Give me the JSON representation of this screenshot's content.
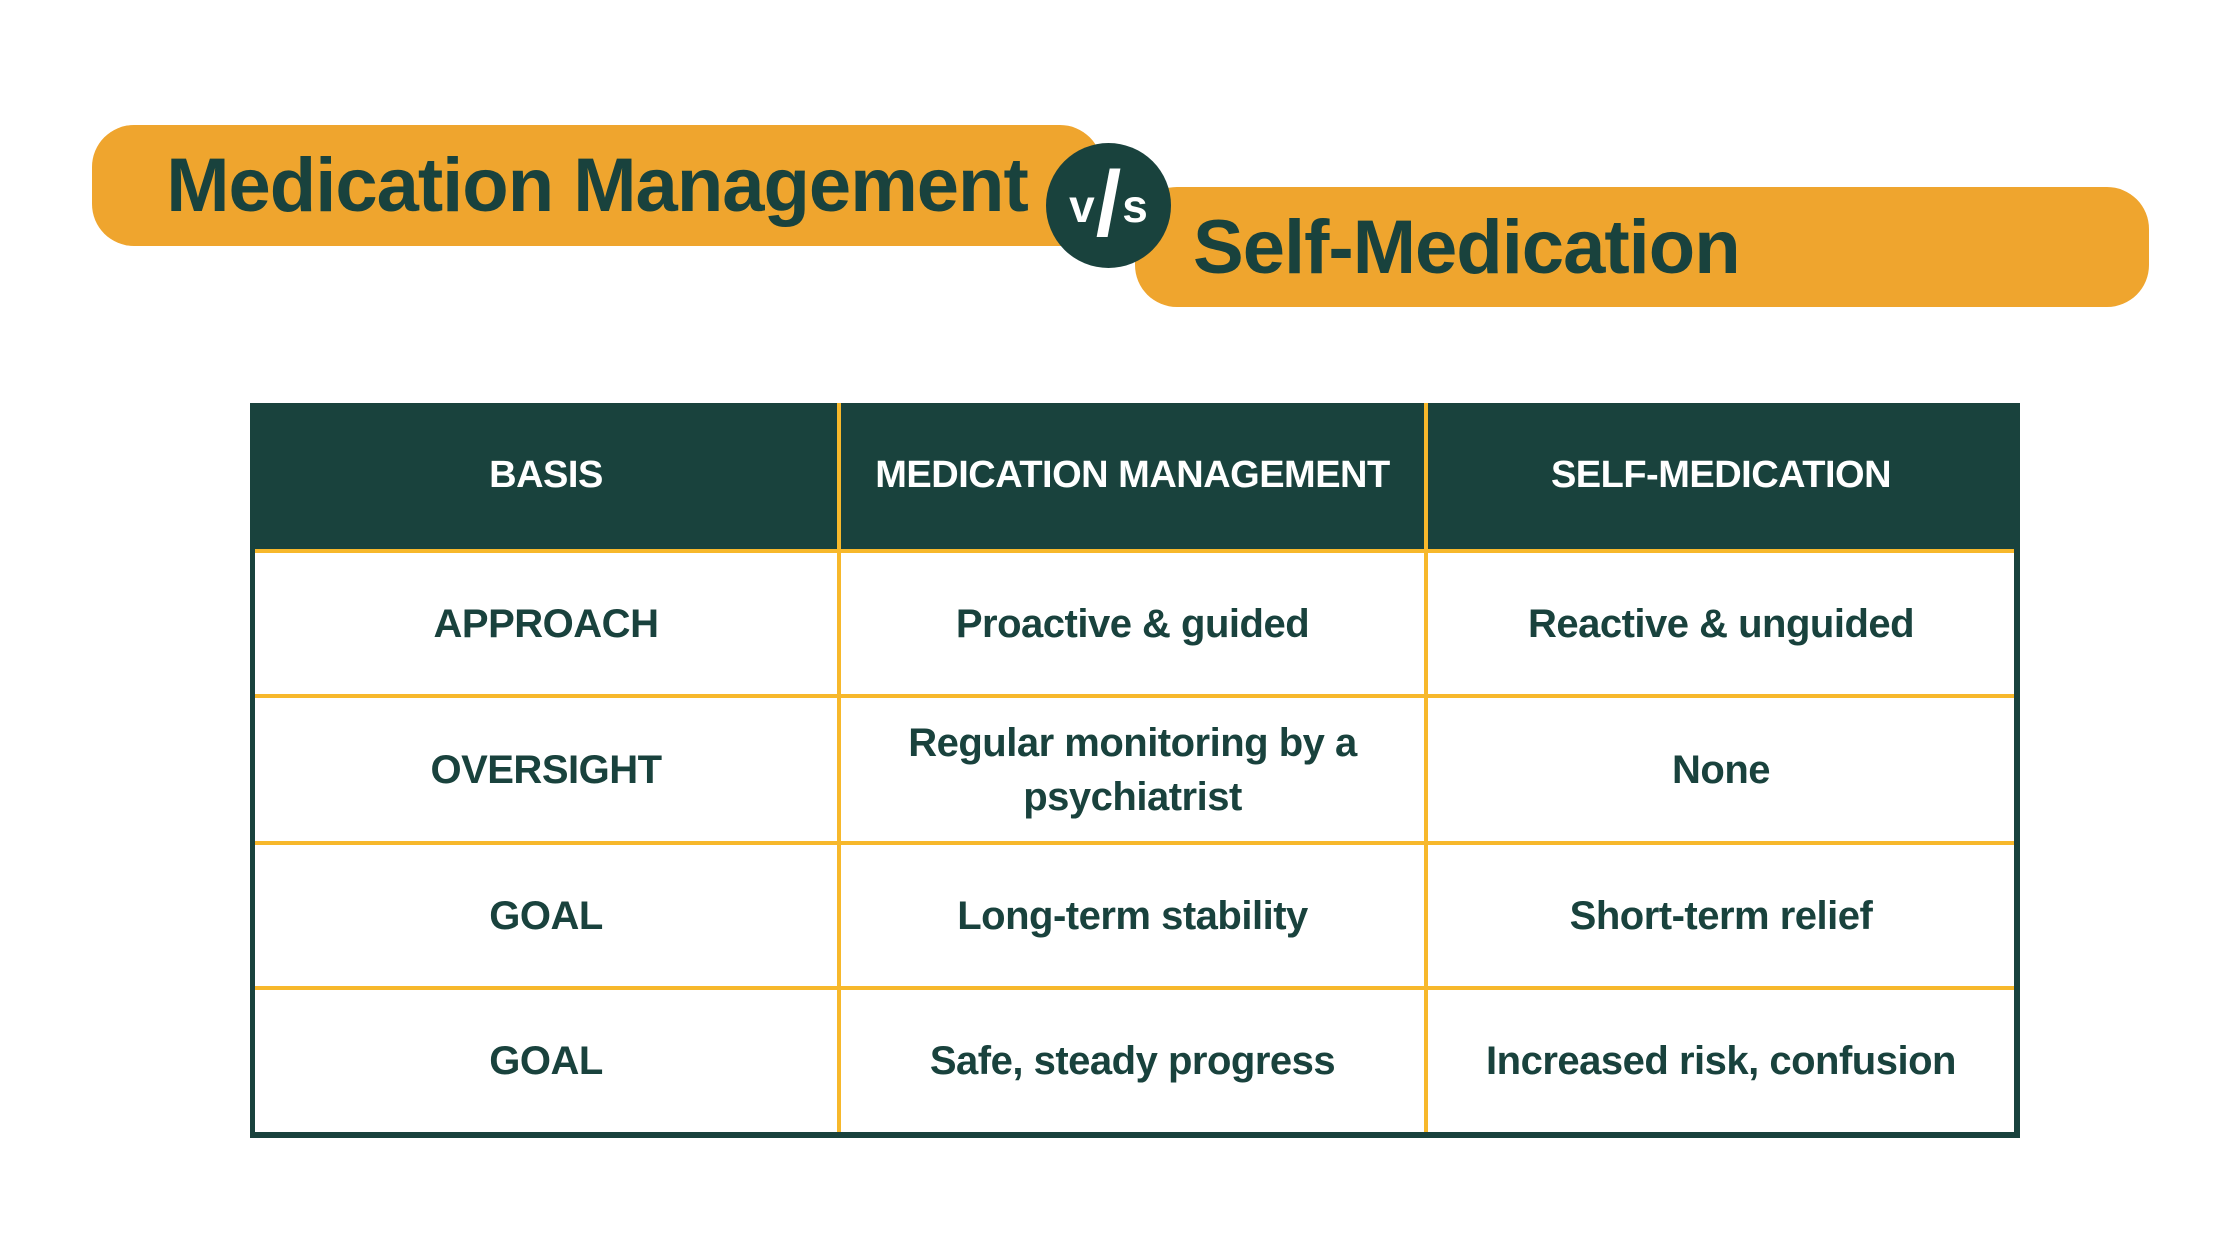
{
  "theme": {
    "page_background": "#FFFFFF",
    "banner_orange": "#EFA52E",
    "dark_teal": "#19423D",
    "grid_yellow": "#F7B82B",
    "header_text_white": "#FFFFFF"
  },
  "header": {
    "banner1_label": "Medication Management",
    "vs": {
      "left": "v",
      "slash": "/",
      "right": "s"
    },
    "banner2_label": "Self-Medication"
  },
  "chart_data": {
    "type": "table",
    "title": "Medication Management v/s Self-Medication",
    "columns": [
      "BASIS",
      "MEDICATION MANAGEMENT",
      "SELF-MEDICATION"
    ],
    "rows": [
      [
        "APPROACH",
        "Proactive & guided",
        "Reactive & unguided"
      ],
      [
        "OVERSIGHT",
        "Regular monitoring by a psychiatrist",
        "None"
      ],
      [
        "GOAL",
        "Long-term stability",
        "Short-term relief"
      ],
      [
        "GOAL",
        "Safe, steady progress",
        "Increased risk, confusion"
      ]
    ]
  }
}
